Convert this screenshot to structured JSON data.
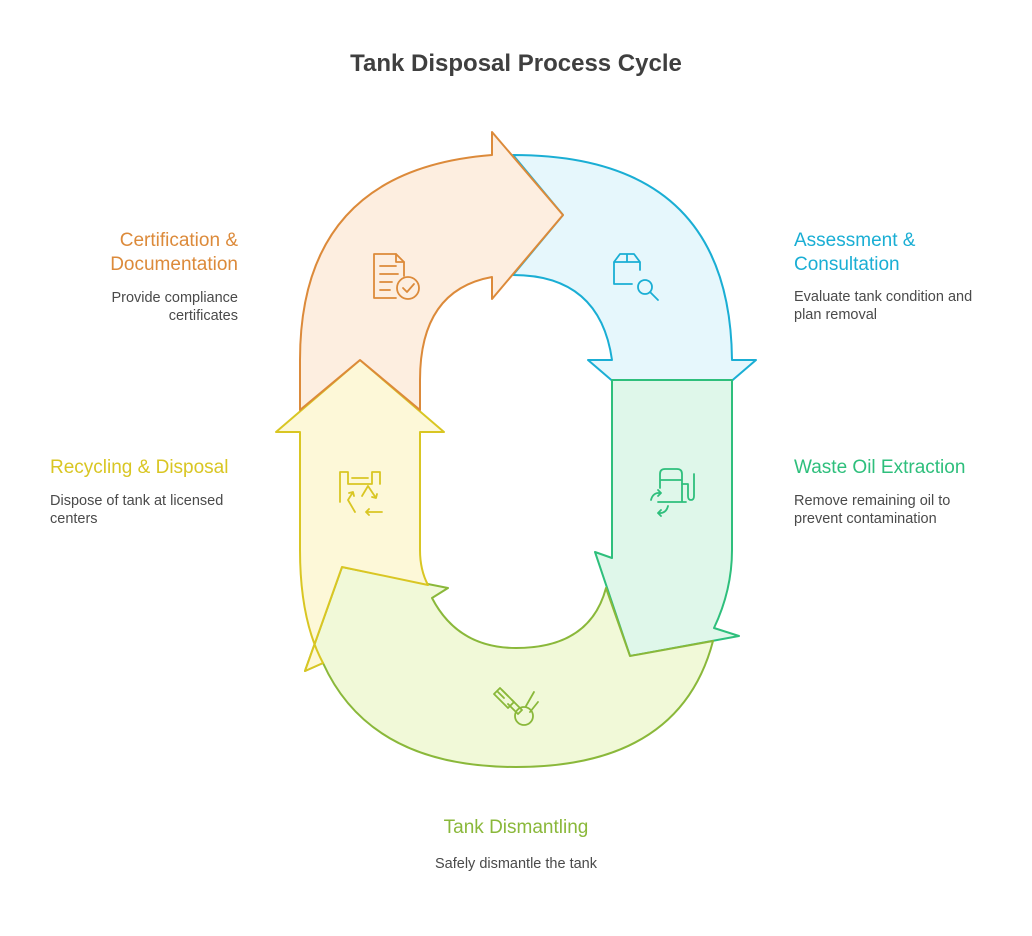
{
  "title": "Tank Disposal Process Cycle",
  "colors": {
    "assessment": "#1aaed4",
    "extraction": "#2ebf7c",
    "dismantling": "#8ab83a",
    "recycling": "#d9c623",
    "certification": "#dc8a3a"
  },
  "steps": {
    "assessment": {
      "title": "Assessment &\nConsultation",
      "description": "Evaluate tank condition and\nplan removal",
      "icon": "package-search-icon"
    },
    "extraction": {
      "title": "Waste Oil Extraction",
      "description": "Remove remaining oil to\nprevent contamination",
      "icon": "fuel-pump-recycle-icon"
    },
    "dismantling": {
      "title": "Tank Dismantling",
      "description": "Safely dismantle the tank",
      "icon": "angle-grinder-icon"
    },
    "recycling": {
      "title": "Recycling & Disposal",
      "description": "Dispose of tank at licensed\ncenters",
      "icon": "recycle-bin-icon"
    },
    "certification": {
      "title": "Certification &\nDocumentation",
      "description": "Provide compliance\ncertificates",
      "icon": "document-check-icon"
    }
  }
}
